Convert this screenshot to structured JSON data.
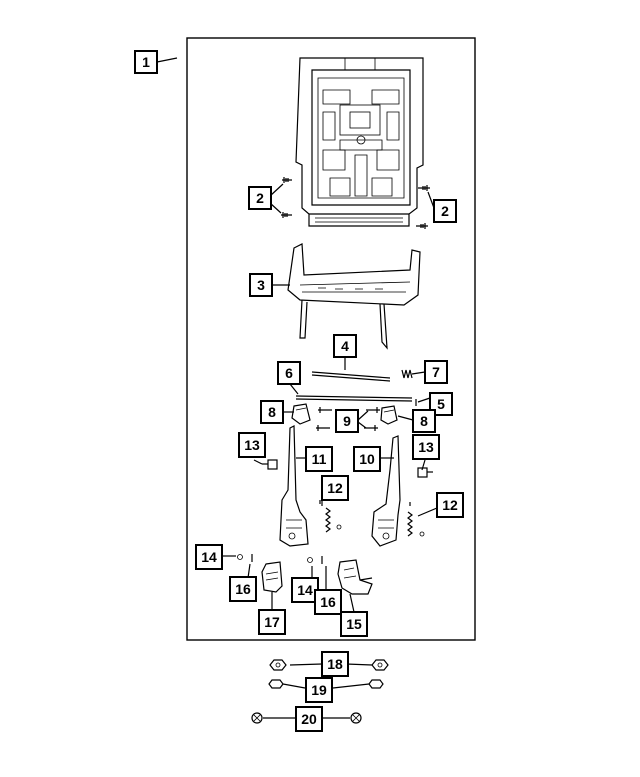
{
  "callouts": {
    "c1": "1",
    "c2a": "2",
    "c2b": "2",
    "c3": "3",
    "c4": "4",
    "c5": "5",
    "c6": "6",
    "c7": "7",
    "c8a": "8",
    "c8b": "8",
    "c9": "9",
    "c10": "10",
    "c11": "11",
    "c12a": "12",
    "c12b": "12",
    "c13a": "13",
    "c13b": "13",
    "c14a": "14",
    "c14b": "14",
    "c15": "15",
    "c16a": "16",
    "c16b": "16",
    "c17": "17",
    "c18": "18",
    "c19": "19",
    "c20": "20"
  }
}
